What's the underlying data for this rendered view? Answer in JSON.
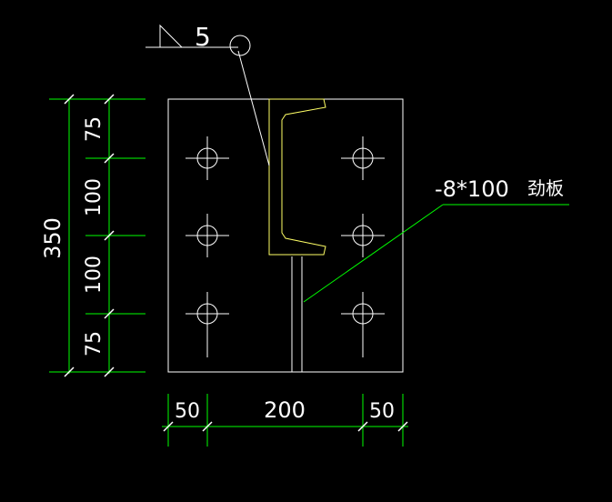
{
  "colors": {
    "background": "#000000",
    "plate": "#ffffff",
    "dimension_line": "#00ff00",
    "text": "#ffffff",
    "channel": "#ffff66",
    "leader": "#ffffff"
  },
  "weld_symbol": {
    "size": "5"
  },
  "stiffener_label": {
    "spec": "-8*100",
    "name": "劲板"
  },
  "dimensions": {
    "height_total": "350",
    "vertical": [
      "75",
      "100",
      "100",
      "75"
    ],
    "horizontal": [
      "50",
      "200",
      "50"
    ]
  }
}
